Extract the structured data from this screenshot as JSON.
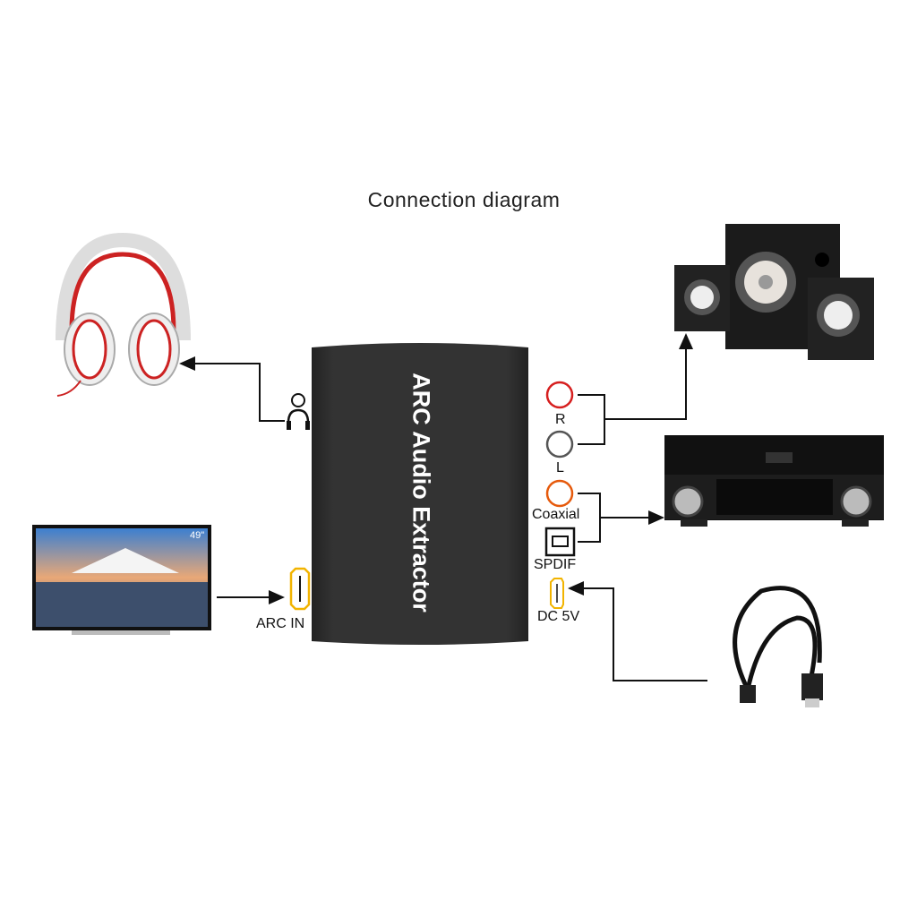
{
  "title": "Connection diagram",
  "device": {
    "name": "ARC Audio Extractor",
    "color": "#2f2f31"
  },
  "ports": {
    "headphone": "headphone-jack",
    "arc_in": "ARC IN",
    "r": "R",
    "l": "L",
    "coaxial": "Coaxial",
    "spdif": "SPDIF",
    "dc": "DC 5V"
  },
  "tv": {
    "size_badge": "49\""
  },
  "colors": {
    "hdmi": "#f2b400",
    "r": "#d61f1f",
    "l": "#555555",
    "coaxial": "#e65a0c"
  }
}
